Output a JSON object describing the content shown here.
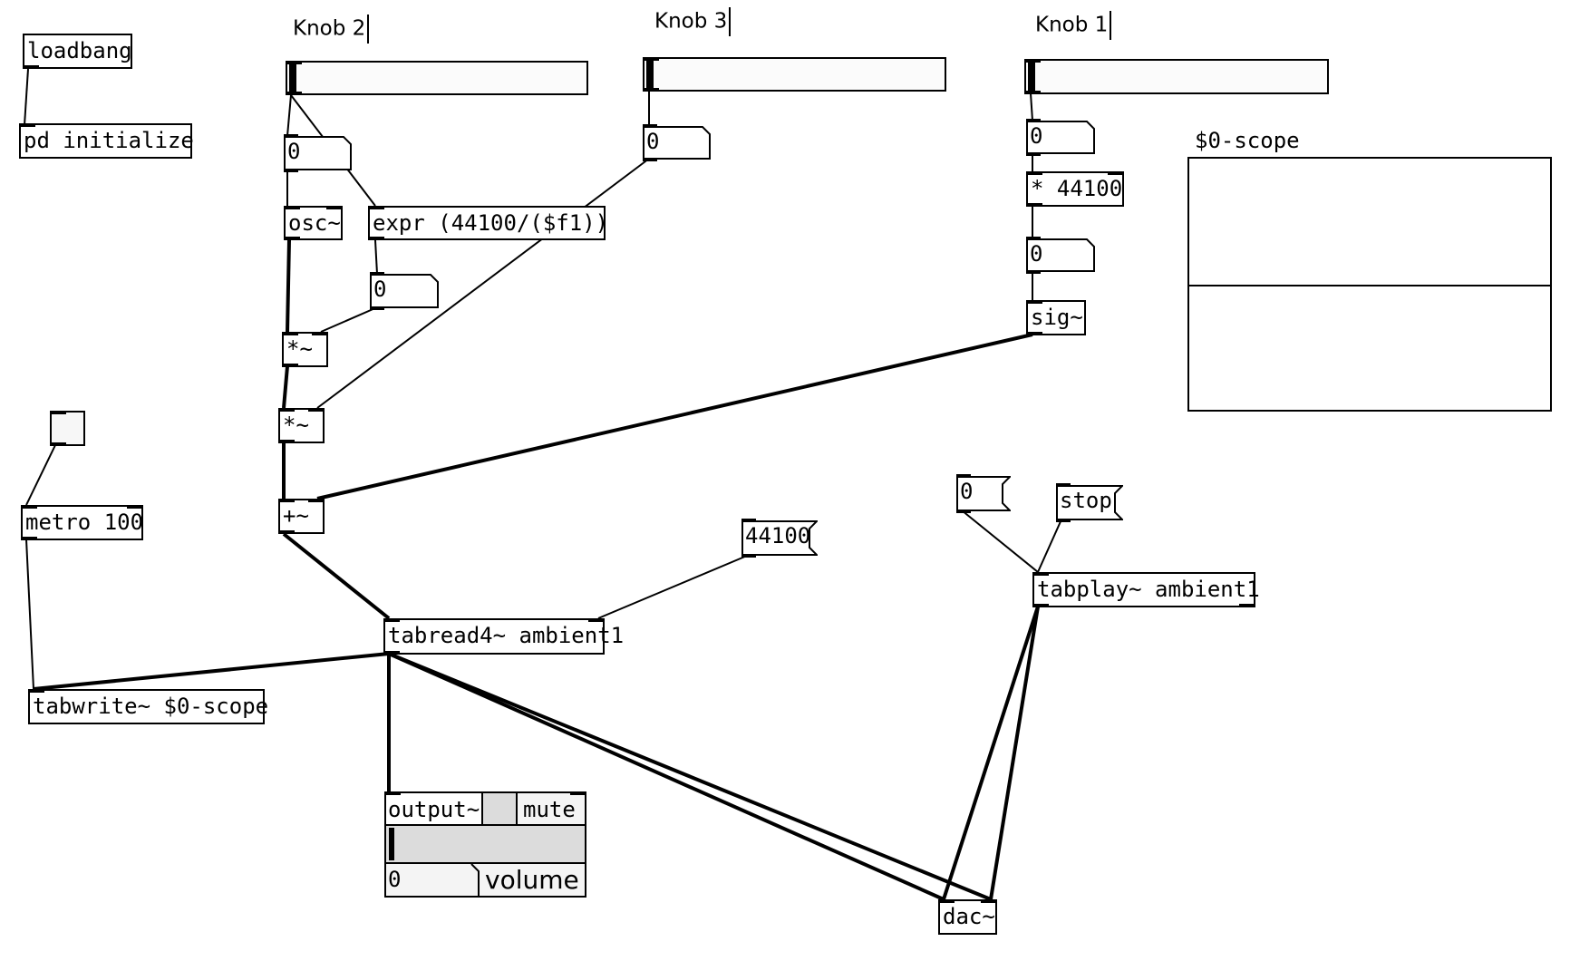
{
  "patch": {
    "objects": {
      "loadbang": "loadbang",
      "pd_initialize": "pd initialize",
      "osc": "osc~",
      "expr": "expr (44100/($f1))",
      "mul1": "*~",
      "mul2": "*~",
      "add": "+~",
      "metro": "metro 100",
      "tabwrite": "tabwrite~ $0-scope",
      "tabread": "tabread4~ ambient1",
      "times44100": "* 44100",
      "sig": "sig~",
      "tabplay": "tabplay~ ambient1",
      "dac": "dac~"
    },
    "knobs": {
      "knob2": {
        "label": "Knob 2",
        "value": 0
      },
      "knob3": {
        "label": "Knob 3",
        "value": 0
      },
      "knob1": {
        "label": "Knob 1",
        "value": 0
      }
    },
    "numbers": {
      "knob2_num": "0",
      "expr_num": "0",
      "knob3_num": "0",
      "knob1_num": "0",
      "mult_num": "0"
    },
    "messages": {
      "msg44100": "44100",
      "msg0": "0",
      "stop": "stop"
    },
    "scope": {
      "label": "$0-scope"
    },
    "toggle": {
      "state": false
    },
    "output": {
      "title": "output~",
      "mute_label": "mute",
      "volume_label": "volume",
      "volume_value": "0",
      "mute_state": false,
      "level": 0
    }
  },
  "colors": {
    "background": "#ffffff",
    "ink": "#000000",
    "slider_bg": "#fbfbfb",
    "gop_gray": "#dcdcdc",
    "gop_light": "#f4f4f4"
  }
}
